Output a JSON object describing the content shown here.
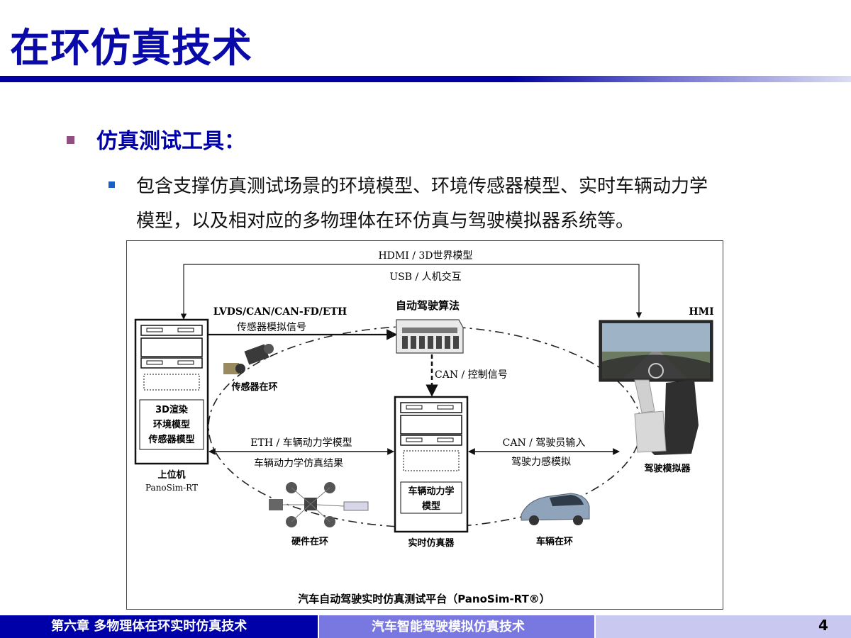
{
  "slide": {
    "title": "在环仿真技术",
    "heading": "仿真测试工具：",
    "body_line1": "包含支撑仿真测试场景的环境模型、环境传感器模型、实时车辆动力学",
    "body_line2": "模型，以及相对应的多物理体在环仿真与驾驶模拟器系统等。"
  },
  "figure": {
    "top_link_1": "HDMI / 3D世界模型",
    "top_link_2": "USB / 人机交互",
    "link_host_algo_1": "LVDS/CAN/CAN-FD/ETH",
    "link_host_algo_2": "传感器模拟信号",
    "algo_label": "自动驾驶算法",
    "hmi_label": "HMI",
    "can_control": "CAN / 控制信号",
    "sensor_loop": "传感器在环",
    "host_module_1": "3D渲染",
    "host_module_2": "环境模型",
    "host_module_3": "传感器模型",
    "link_eth_1": "ETH / 车辆动力学模型",
    "link_eth_2": "车辆动力学仿真结果",
    "link_can_1": "CAN / 驾驶员输入",
    "link_can_2": "驾驶力感模拟",
    "host_label": "上位机",
    "host_sublabel": "PanoSim-RT",
    "driving_sim_label": "驾驶模拟器",
    "rt_module_1": "车辆动力学",
    "rt_module_2": "模型",
    "hil_label": "硬件在环",
    "rt_sim_label": "实时仿真器",
    "vil_label": "车辆在环",
    "caption": "汽车自动驾驶实时仿真测试平台（PanoSim-RT®）"
  },
  "footer": {
    "chapter": "第六章 多物理体在环实时仿真技术",
    "course": "汽车智能驾驶模拟仿真技术",
    "page_number": "4"
  },
  "colors": {
    "title_blue": "#0a0aa8",
    "footer_dark": "#0000a8",
    "footer_mid": "#7878e0",
    "footer_light": "#c8c8f0"
  }
}
